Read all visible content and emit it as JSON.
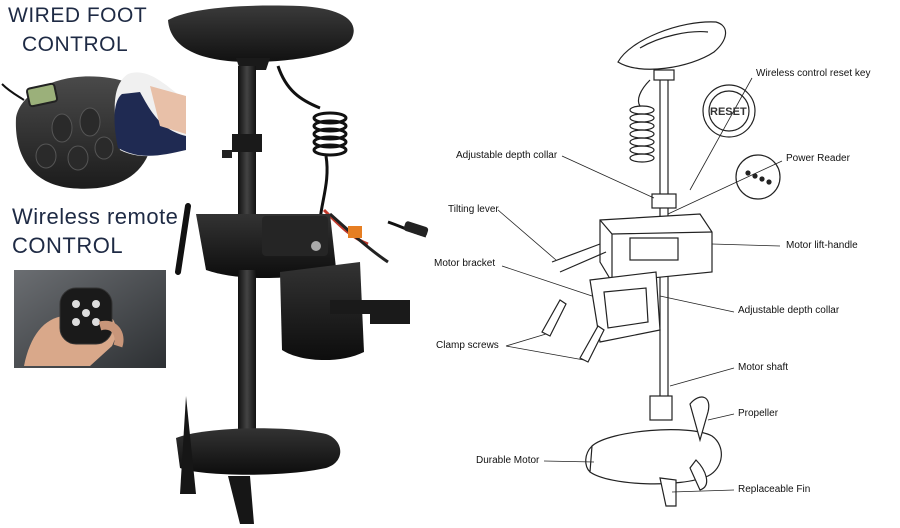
{
  "promo": {
    "wired_line1": "WIRED FOOT",
    "wired_line2": "CONTROL",
    "wireless_line1": "Wireless remote",
    "wireless_line2": "CONTROL"
  },
  "callouts": {
    "reset_key": "Wireless control reset key",
    "reset_button": "RESET",
    "power_reader": "Power Reader",
    "depth_collar_top": "Adjustable depth collar",
    "tilting_lever": "Tilting lever",
    "lift_handle": "Motor lift-handle",
    "motor_bracket": "Motor bracket",
    "depth_collar_bottom": "Adjustable depth collar",
    "clamp_screws": "Clamp screws",
    "motor_shaft": "Motor shaft",
    "propeller": "Propeller",
    "durable_motor": "Durable Motor",
    "fin": "Replaceable  Fin"
  }
}
